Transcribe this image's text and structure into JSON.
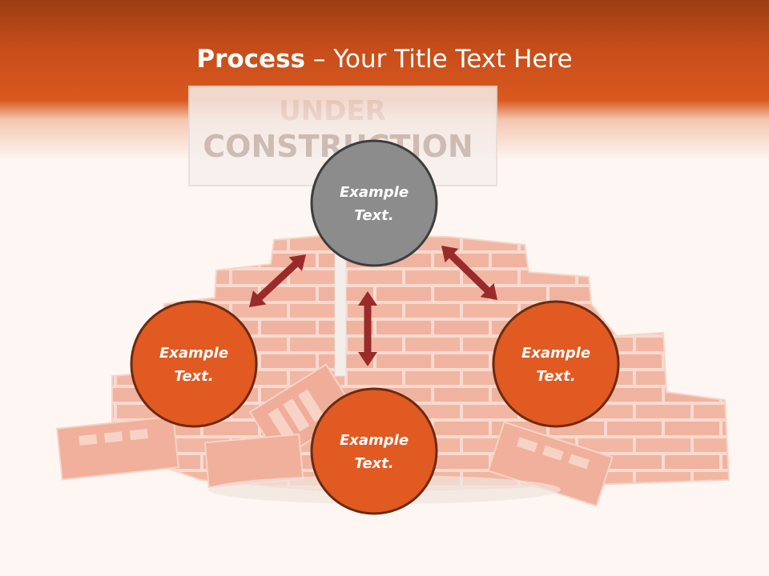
{
  "slide": {
    "title_bold": "Process",
    "title_rest": " – Your Title Text Here"
  },
  "illustration": {
    "sign_lines": [
      "UNDER",
      "CONSTRUCTION"
    ]
  },
  "diagram": {
    "nodes": [
      {
        "id": "top",
        "lines": [
          "Example",
          "Text."
        ],
        "fill": "#8c8c8c"
      },
      {
        "id": "left",
        "lines": [
          "Example",
          "Text."
        ],
        "fill": "#e05a22"
      },
      {
        "id": "right",
        "lines": [
          "Example",
          "Text."
        ],
        "fill": "#e05a22"
      },
      {
        "id": "bottom",
        "lines": [
          "Example",
          "Text."
        ],
        "fill": "#e05a22"
      }
    ],
    "connectors": [
      {
        "from": "top",
        "to": "left",
        "style": "double-arrow"
      },
      {
        "from": "top",
        "to": "right",
        "style": "double-arrow"
      },
      {
        "from": "top",
        "to": "bottom",
        "style": "double-arrow"
      }
    ],
    "colors": {
      "header": "#d9581f",
      "node_stroke": "#6b2a10",
      "gray_stroke": "#3d3d3d",
      "arrow": "#9b2a2a",
      "background": "#fdf6f3"
    }
  }
}
